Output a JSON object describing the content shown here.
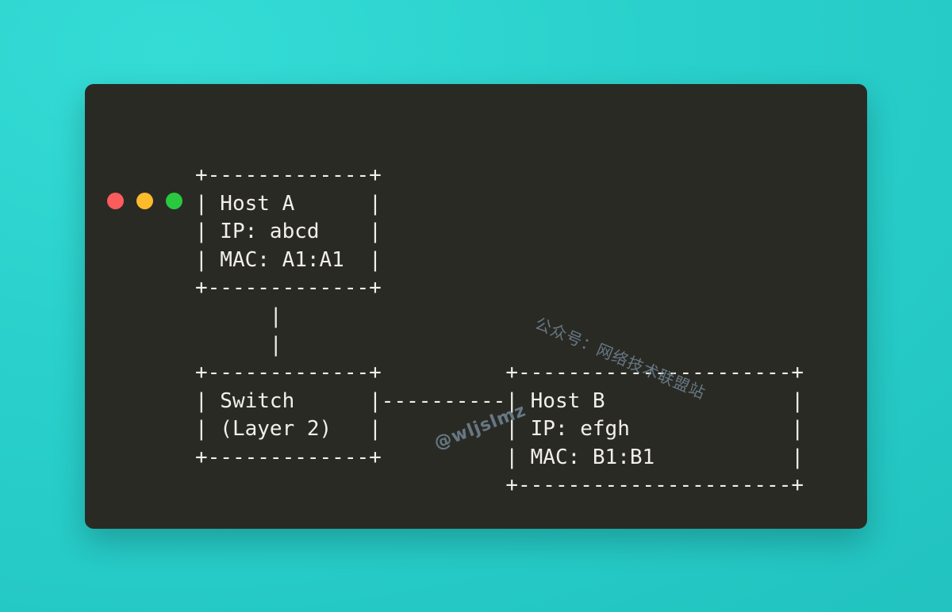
{
  "page": {
    "background_color": "#2ad1cc",
    "window_background": "#2a2a25",
    "text_color": "#f2efe9"
  },
  "window": {
    "controls": [
      {
        "name": "close",
        "color": "#fc5c5c"
      },
      {
        "name": "minimize",
        "color": "#fcbb2b"
      },
      {
        "name": "maximize",
        "color": "#28c93f"
      }
    ]
  },
  "diagram": {
    "type": "ascii-network-topology",
    "host_a": {
      "title": "Host A",
      "ip": "IP: abcd",
      "mac": "MAC: A1:A1",
      "art": "+-------------+\n| Host A      |\n| IP: abcd    |\n| MAC: A1:A1  |\n+-------------+"
    },
    "connector_vertical": "      |\n      |",
    "switch": {
      "title": "Switch",
      "layer": "(Layer 2)",
      "art": "+-------------+\n| Switch      |\n| (Layer 2)   |\n+-------------+"
    },
    "host_b": {
      "title": "Host B",
      "ip": "IP: efgh",
      "mac": "MAC: B1:B1",
      "art": "+----------------------+\n| Host B               |\n| IP: efgh             |\n| MAC: B1:B1           |\n+----------------------+"
    },
    "link_horizontal": "|----------|",
    "bottom_row_art": "+-------------+          +----------------------+\n| Switch      |----------| Host B               |\n| (Layer 2)   |          | IP: efgh             |\n+-------------+          | MAC: B1:B1           |\n                         +----------------------+"
  },
  "watermarks": {
    "chinese": "公众号：网络技术联盟站",
    "handle": "@wljslmz",
    "color": "#7e96a8"
  }
}
